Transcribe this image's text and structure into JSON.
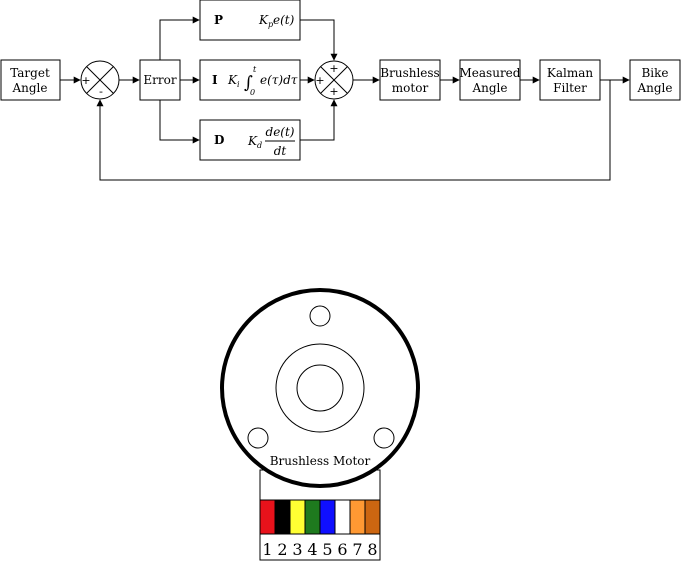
{
  "control_diagram": {
    "target_angle": [
      "Target",
      "Angle"
    ],
    "error": "Error",
    "p_block": {
      "label": "P",
      "formula_k": "K",
      "formula_sub": "p",
      "formula_rest": "e(t)"
    },
    "i_block": {
      "label": "I",
      "formula_k": "K",
      "formula_sub": "i",
      "integral_lower": "0",
      "integral_upper": "t",
      "formula_rest": "e(τ)dτ"
    },
    "d_block": {
      "label": "D",
      "formula_k": "K",
      "formula_sub": "d",
      "numerator": "de(t)",
      "denominator": "dt"
    },
    "sum1_signs": {
      "left": "+",
      "bottom": "-"
    },
    "sum2_signs": {
      "top": "+",
      "left": "+",
      "bottom": "+"
    },
    "brushless_motor": [
      "Brushless",
      "motor"
    ],
    "measured_angle": [
      "Measured",
      "Angle"
    ],
    "kalman_filter": [
      "Kalman",
      "Filter"
    ],
    "bike_angle": [
      "Bike",
      "Angle"
    ]
  },
  "motor": {
    "label": "Brushless Motor",
    "wire_colors": [
      "#e8121b",
      "#000000",
      "#ffff33",
      "#1e7a1e",
      "#0f0fff",
      "#ffffff",
      "#ff9933",
      "#cc6611"
    ],
    "pin_numbers": [
      "1",
      "2",
      "3",
      "4",
      "5",
      "6",
      "7",
      "8"
    ]
  }
}
